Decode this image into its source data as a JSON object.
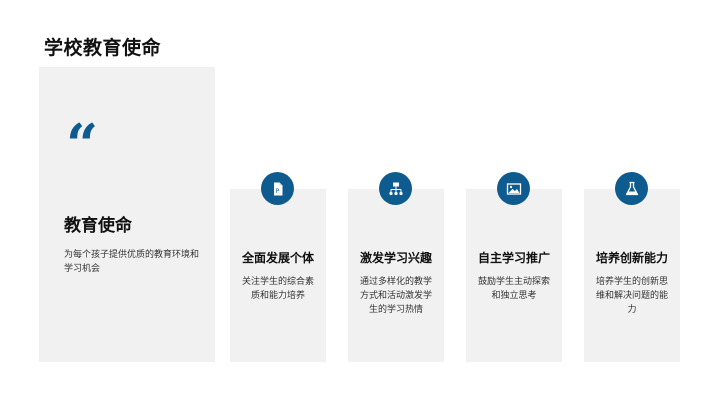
{
  "page": {
    "title": "学校教育使命"
  },
  "mission": {
    "quote_mark": "“",
    "heading": "教育使命",
    "description": "为每个孩子提供优质的教育环境和学习机会"
  },
  "colors": {
    "accent": "#0e5b8f",
    "card_bg": "#f1f1f1"
  },
  "cards": [
    {
      "icon": "document-icon",
      "title": "全面发展个体",
      "description": "关注学生的综合素质和能力培养"
    },
    {
      "icon": "org-chart-icon",
      "title": "激发学习兴趣",
      "description": "通过多样化的教学方式和活动激发学生的学习热情"
    },
    {
      "icon": "image-icon",
      "title": "自主学习推广",
      "description": "鼓励学生主动探索和独立思考"
    },
    {
      "icon": "flask-icon",
      "title": "培养创新能力",
      "description": "培养学生的创新思维和解决问题的能力"
    }
  ]
}
